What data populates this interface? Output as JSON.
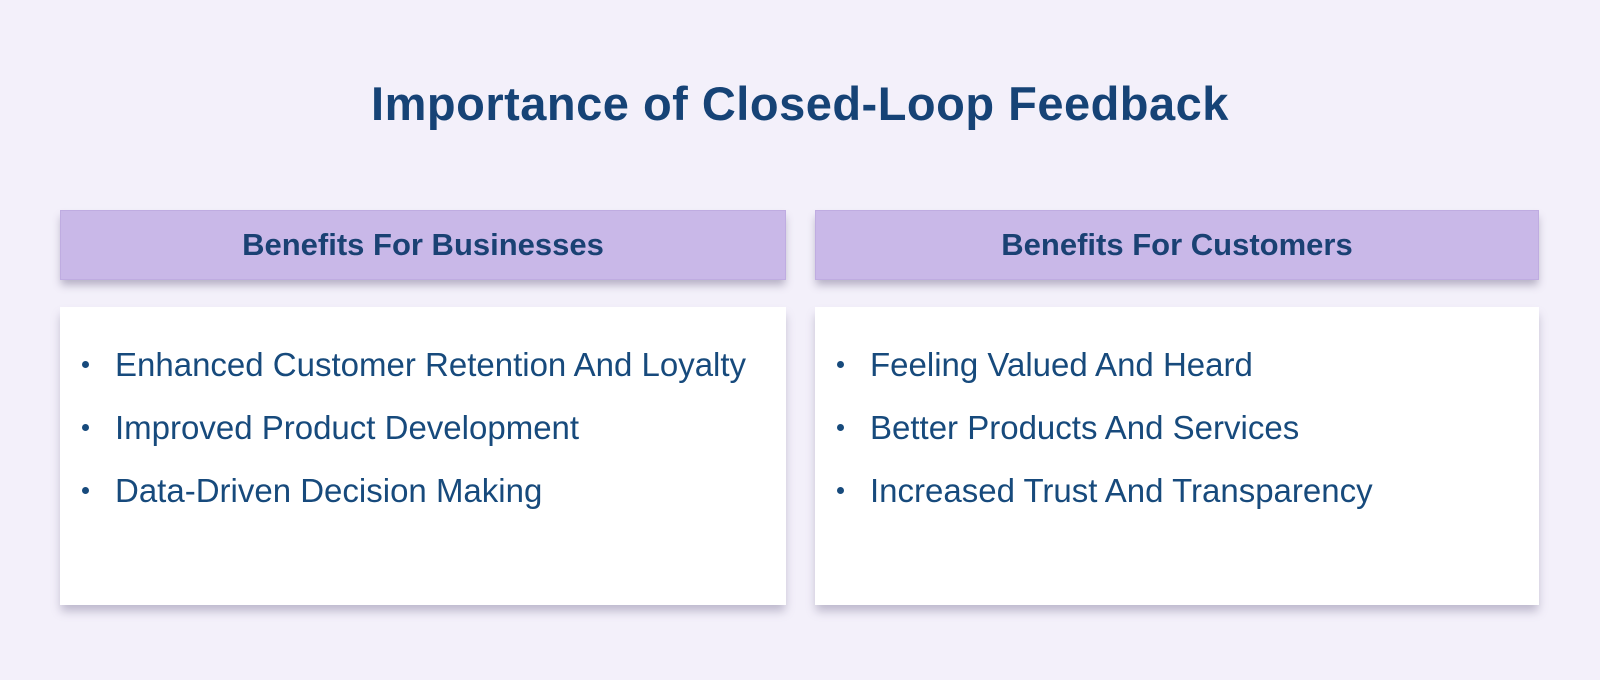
{
  "title": "Importance of Closed-Loop Feedback",
  "colors": {
    "background": "#f3f0fa",
    "header_fill": "#c9b8e8",
    "card_fill": "#ffffff",
    "title_navy": "#164376",
    "body_navy": "#174a7c"
  },
  "columns": [
    {
      "header": "Benefits For Businesses",
      "items": [
        "Enhanced Customer Retention And Loyalty",
        "Improved Product Development",
        "Data-Driven Decision Making"
      ]
    },
    {
      "header": "Benefits For Customers",
      "items": [
        "Feeling Valued And Heard",
        "Better Products And Services",
        "Increased Trust And Transparency"
      ]
    }
  ]
}
